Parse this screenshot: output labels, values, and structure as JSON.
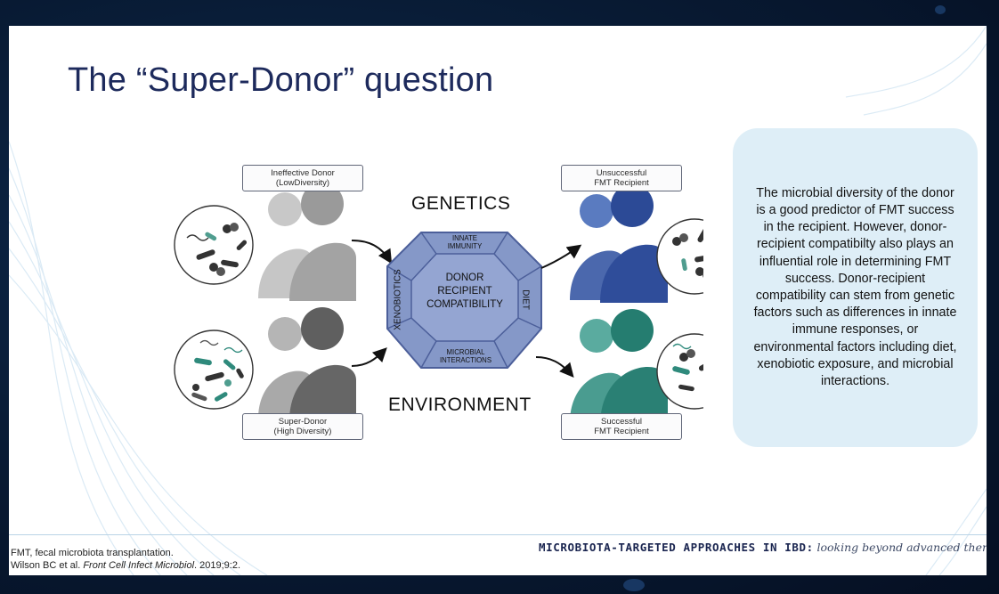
{
  "slide": {
    "title": "The “Super-Donor” question",
    "figure": {
      "donor_top_label": [
        "Ineffective Donor",
        "(LowDiversity)"
      ],
      "donor_bottom_label": [
        "Super-Donor",
        "(High Diversity)"
      ],
      "recipient_top_label": [
        "Unsuccessful",
        "FMT Recipient"
      ],
      "recipient_bottom_label": [
        "Successful",
        "FMT Recipient"
      ],
      "genetics": "GENETICS",
      "environment": "ENVIRONMENT",
      "hex": {
        "innate": [
          "INNATE",
          "IMMUNITY"
        ],
        "center": [
          "DONOR",
          "RECIPIENT",
          "COMPATIBILITY"
        ],
        "xenobiotics": "XENOBIOTICS",
        "diet": "DIET",
        "microbial": [
          "MICROBIAL",
          "INTERACTIONS"
        ]
      }
    },
    "info_text": "The microbial diversity of the donor is a good predictor of FMT success in the recipient. However, donor-recipient compatibilty also plays an influential role in determining FMT success. Donor-recipient compatibility can stem from genetic factors such as differences in innate immune responses, or environmental factors including diet, xenobiotic exposure, and microbial interactions.",
    "footnote": {
      "line1": "FMT, fecal microbiota transplantation.",
      "line2_authors": "Wilson BC et al. ",
      "line2_journal": "Front Cell Infect Microbiol",
      "line2_rest": ". 2019;9:2."
    },
    "brand": {
      "bold": "MICROBIOTA-TARGETED APPROACHES IN IBD:",
      "italic": "looking beyond advanced therapies"
    }
  },
  "colors": {
    "title": "#1d2a5c",
    "hexagon_fill": "#8598c8",
    "hexagon_stroke": "#4c5f9a",
    "recipient_top": "#3f5fa8",
    "recipient_bottom": "#2f8a7c",
    "donor_top": "#b7b7b7",
    "donor_bottom": "#6b6b6b",
    "info_bg": "#deeef7"
  }
}
